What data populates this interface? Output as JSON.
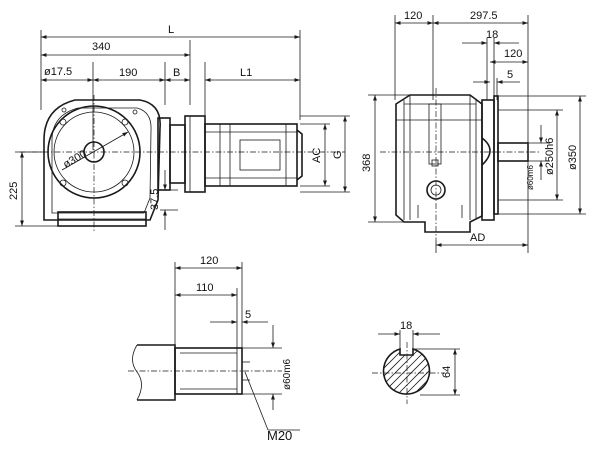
{
  "front_view": {
    "dim_L": "L",
    "dim_340": "340",
    "dim_17_5": "ø17.5",
    "dim_190": "190",
    "dim_B": "B",
    "dim_L1": "L1",
    "dim_300": "ø300",
    "dim_225": "225",
    "dim_37_5": "37.5",
    "dim_AC": "AC",
    "dim_G": "G"
  },
  "side_view": {
    "dim_120": "120",
    "dim_297_5": "297.5",
    "dim_18": "18",
    "dim_120b": "120",
    "dim_5": "5",
    "dim_368": "368",
    "dim_60m6": "ø60m6",
    "dim_250h6": "ø250h6",
    "dim_350": "ø350",
    "dim_AD": "AD"
  },
  "shaft_detail": {
    "dim_120": "120",
    "dim_110": "110",
    "dim_5": "5",
    "dim_60m6": "ø60m6",
    "thread": "M20"
  },
  "key_section": {
    "dim_18": "18",
    "dim_64": "64"
  }
}
